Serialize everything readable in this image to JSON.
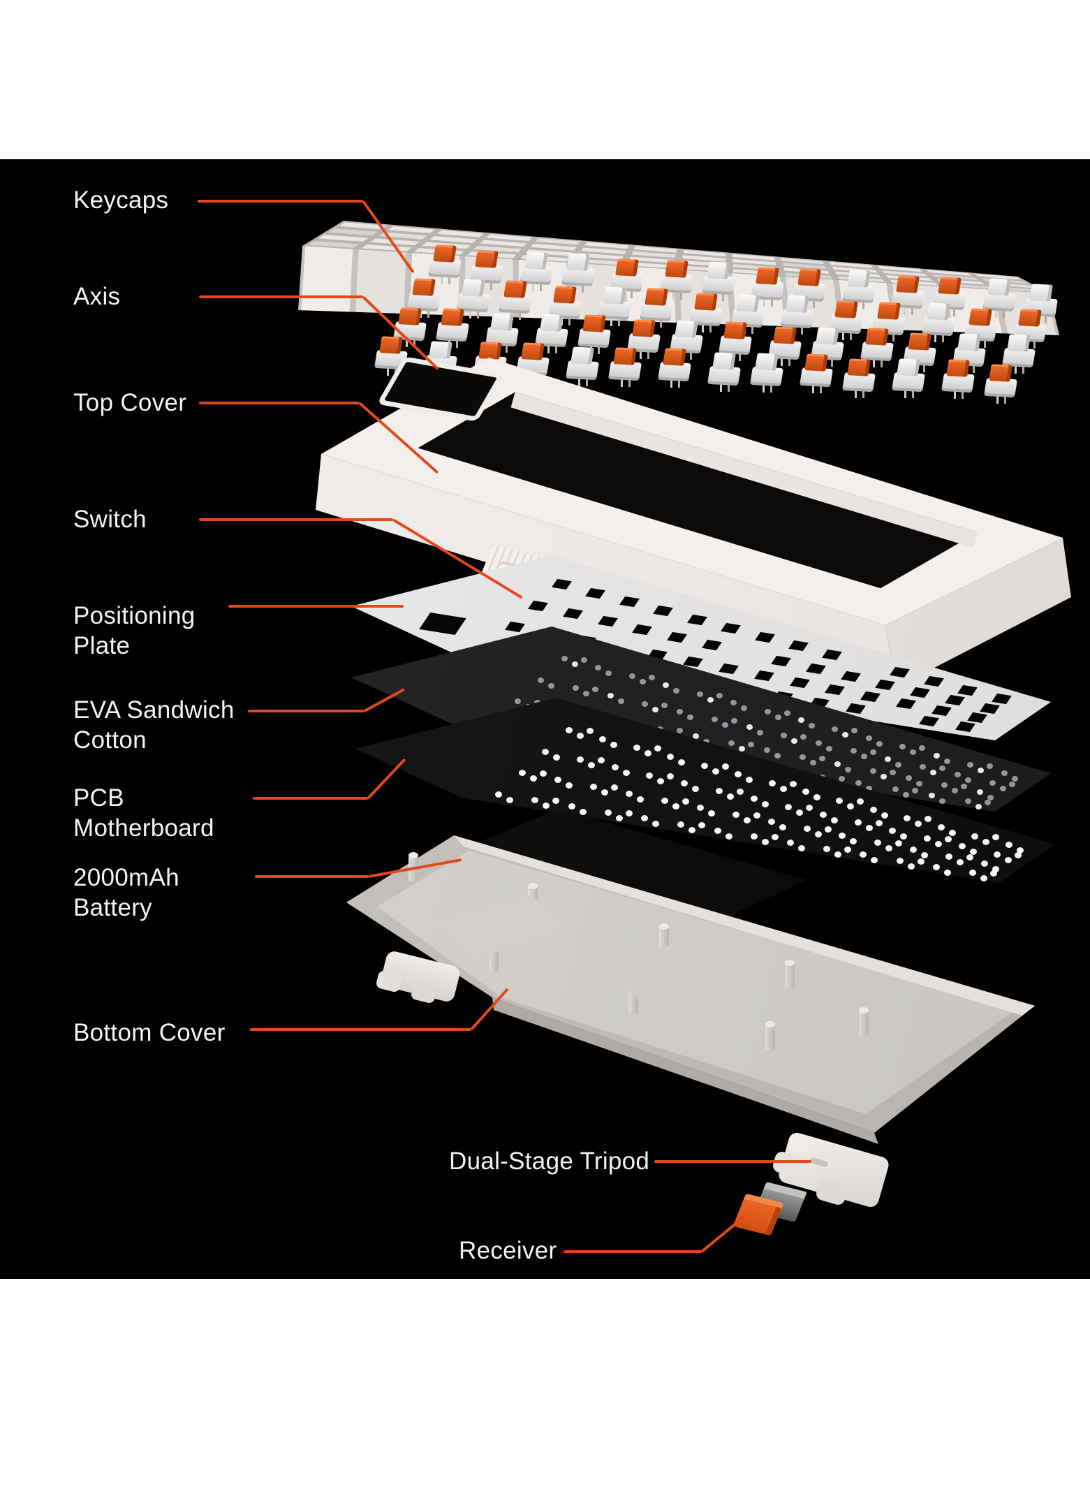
{
  "canvas": {
    "background": "#000000",
    "page_background": "#ffffff"
  },
  "colors": {
    "leader_line": "#e2481a",
    "switch_cap_orange": "#dd5717",
    "keyboard_plastic_white": "#efecea",
    "plate_white": "#e9e9ec",
    "eva_dark": "#232325",
    "pcb_black": "#101012",
    "bottom_cover_gray": "#cdcac6",
    "receiver_orange": "#e3561c"
  },
  "labels": {
    "keycaps": "Keycaps",
    "axis": "Axis",
    "top_cover": "Top Cover",
    "switch": "Switch",
    "positioning_plate_line1": "Positioning",
    "positioning_plate_line2": "Plate",
    "eva_line1": "EVA Sandwich",
    "eva_line2": "Cotton",
    "pcb_line1": "PCB",
    "pcb_line2": "Motherboard",
    "battery_line1": "2000mAh",
    "battery_line2": "Battery",
    "bottom_cover": "Bottom Cover",
    "tripod": "Dual-Stage Tripod",
    "receiver": "Receiver"
  }
}
